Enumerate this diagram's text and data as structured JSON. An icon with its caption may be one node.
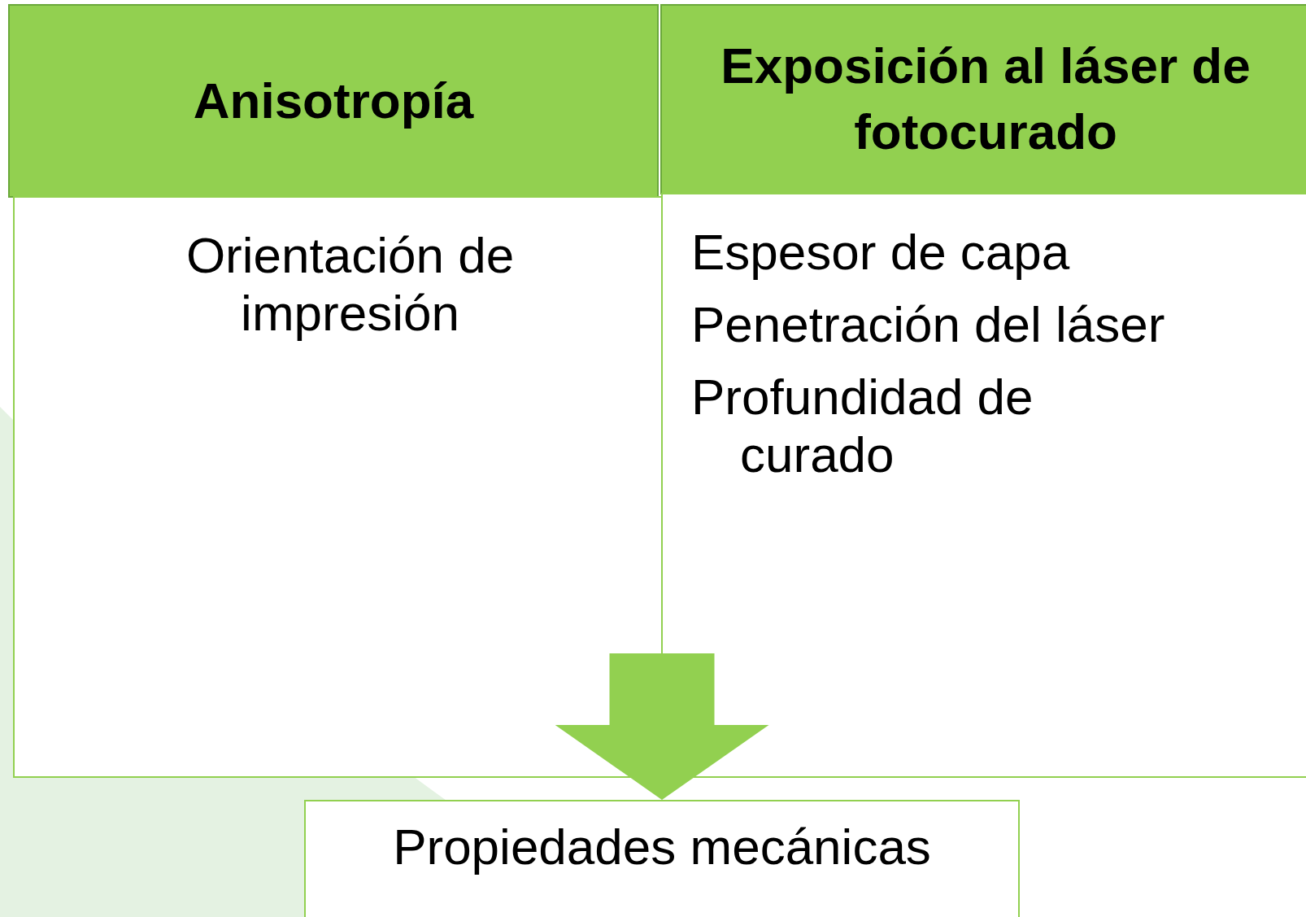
{
  "diagram": {
    "nodes": [
      {
        "text": [
          "Anisotropía"
        ]
      },
      {
        "text": [
          "Orientación de impresión"
        ]
      },
      {
        "text": [
          "Exposición al láser de fotocurado"
        ]
      },
      {
        "text": [
          "Espesor de capa",
          "Penetración del láser",
          "Profundidad de curado"
        ]
      },
      {
        "text": [
          "Propiedades mecánicas"
        ]
      }
    ],
    "edges": [
      {
        "from": 1,
        "to": 4,
        "arrow": "to"
      },
      {
        "from": 3,
        "to": 4,
        "arrow": "to"
      }
    ]
  }
}
